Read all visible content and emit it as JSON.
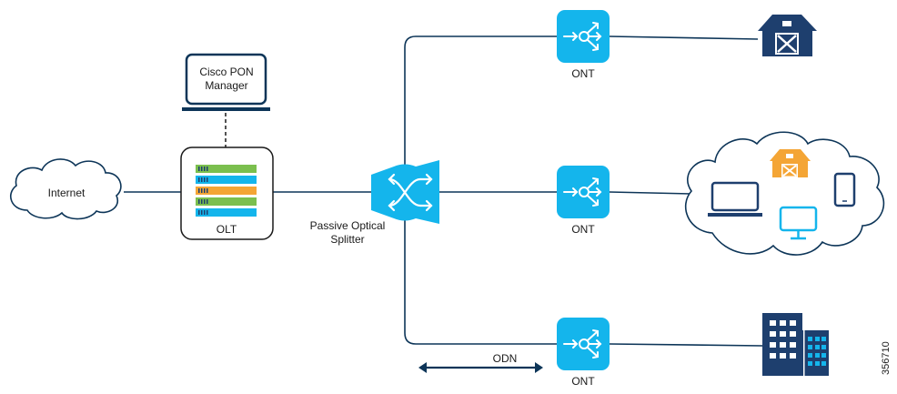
{
  "nodes": {
    "internet": "Internet",
    "pon_manager": [
      "Cisco PON",
      "Manager"
    ],
    "olt": "OLT",
    "splitter": [
      "Passive Optical",
      "Splitter"
    ],
    "ont": [
      "ONT",
      "ONT",
      "ONT"
    ],
    "odn": "ODN"
  },
  "figure_id": "356710",
  "colors": {
    "line": "#0d3558",
    "ont_blue": "#14b5ec",
    "navy": "#1e3f6e",
    "outline": "#1a1a1a",
    "orange": "#f4a535",
    "green": "#7bbf4e"
  },
  "icons": [
    "cloud-icon",
    "laptop-icon",
    "olt-rack-icon",
    "splitter-icon",
    "ont-icon",
    "barn-icon",
    "tablet-icon",
    "monitor-icon",
    "building-icon"
  ]
}
